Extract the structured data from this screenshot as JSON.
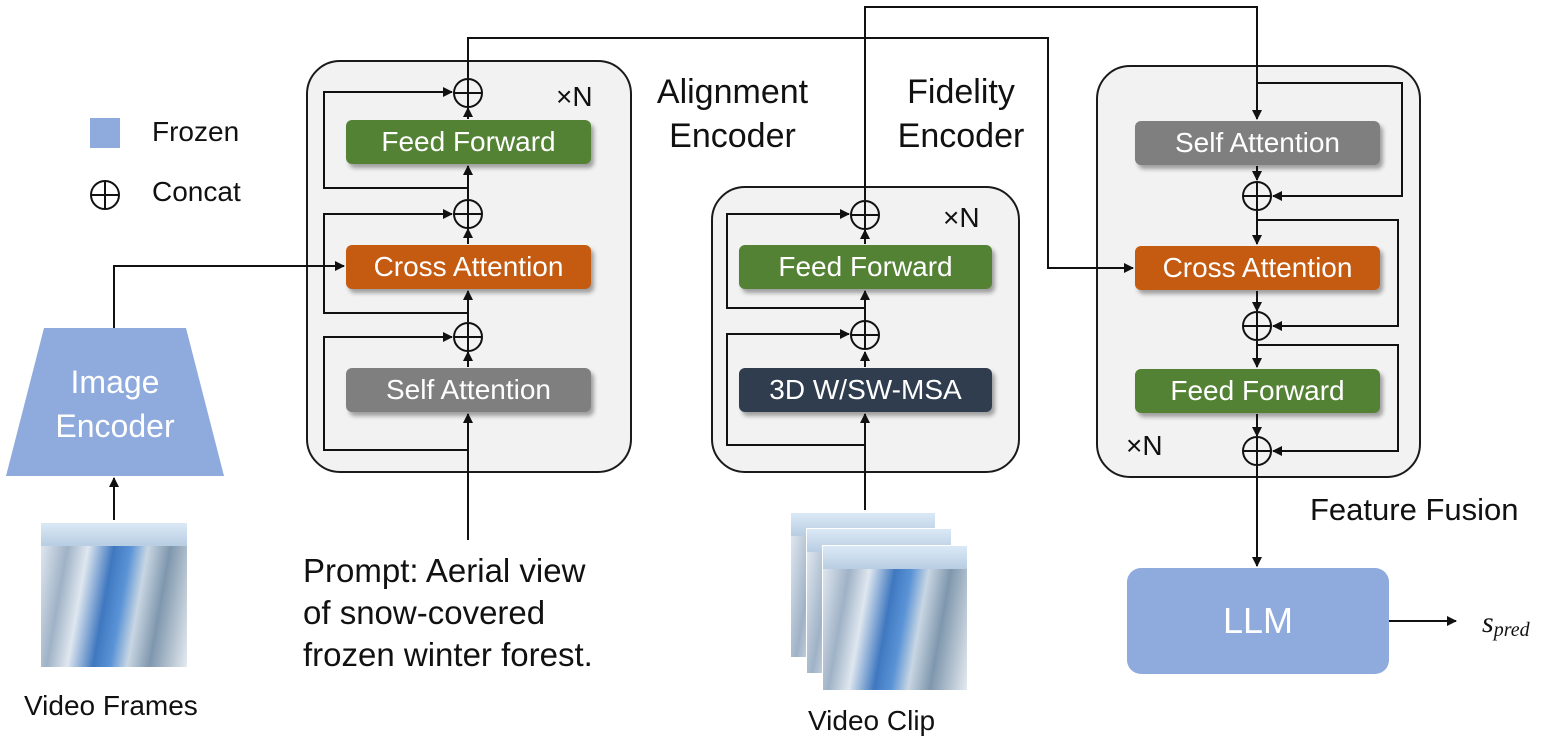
{
  "legend": {
    "frozen_label": "Frozen",
    "concat_label": "Concat",
    "frozen_color": "#8faadc"
  },
  "inputs": {
    "video_frames_label": "Video Frames",
    "video_clip_label": "Video Clip",
    "prompt_text": "Prompt: Aerial view of snow-covered frozen winter forest."
  },
  "image_encoder": {
    "label": "Image Encoder",
    "color": "#8faadc"
  },
  "alignment_encoder": {
    "title": "Alignment Encoder",
    "repeat": "×N",
    "blocks": {
      "feed_forward": "Feed Forward",
      "cross_attention": "Cross Attention",
      "self_attention": "Self Attention"
    }
  },
  "fidelity_encoder": {
    "title": "Fidelity Encoder",
    "repeat": "×N",
    "blocks": {
      "feed_forward": "Feed Forward",
      "msa": "3D W/SW-MSA"
    }
  },
  "feature_fusion": {
    "title": "Feature Fusion",
    "repeat": "×N",
    "blocks": {
      "self_attention": "Self Attention",
      "cross_attention": "Cross Attention",
      "feed_forward": "Feed Forward"
    }
  },
  "llm": {
    "label": "LLM",
    "color": "#8faadc"
  },
  "output": {
    "symbol": "s",
    "subscript": "pred"
  },
  "colors": {
    "feed_forward": "#548235",
    "cross_attention": "#c55a11",
    "self_attention": "#7f7f7f",
    "msa": "#2f3d4f",
    "panel_bg": "#f2f2f2"
  }
}
